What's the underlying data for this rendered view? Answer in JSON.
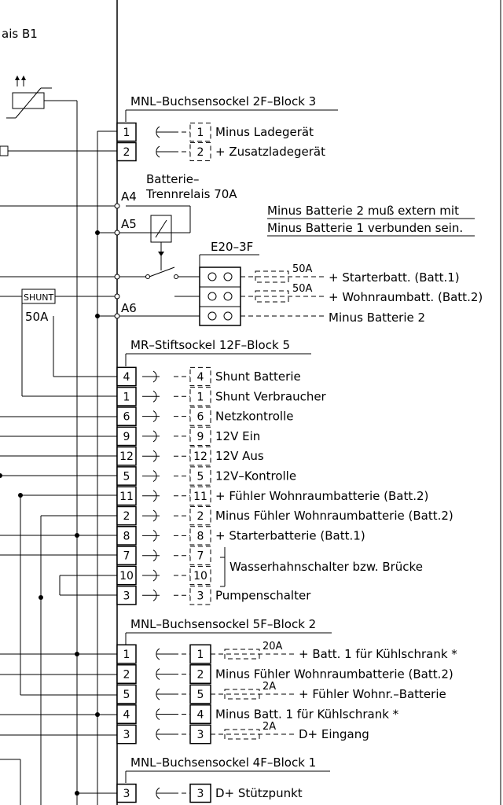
{
  "relay_title": "ais  B1",
  "shunt": {
    "label": "SHUNT",
    "rating": "50A"
  },
  "relay": {
    "line1": "Batterie–",
    "line2": "Trennrelais  70A"
  },
  "terminals": {
    "a4": "A4",
    "a5": "A5",
    "a6": "A6"
  },
  "note": {
    "line1": "Minus  Batterie  2  muß  extern  mit",
    "line2": "Minus  Batterie  1  verbunden  sein."
  },
  "e20": {
    "title": "E20–3F",
    "fuse1": "50A",
    "fuse2": "50A"
  },
  "e20_labels": [
    "+  Starterbatt.  (Batt.1)",
    "+  Wohnraumbatt.  (Batt.2)",
    "Minus  Batterie  2"
  ],
  "block3": {
    "title": "MNL–Buchsensockel  2F–Block  3",
    "rows": [
      {
        "pin": "1",
        "label": "Minus  Ladegerät"
      },
      {
        "pin": "2",
        "label": "+  Zusatzladegerät"
      }
    ]
  },
  "block5": {
    "title": "MR–Stiftsockel  12F–Block  5",
    "rows": [
      {
        "pin": "4",
        "label": "Shunt  Batterie"
      },
      {
        "pin": "1",
        "label": "Shunt  Verbraucher"
      },
      {
        "pin": "6",
        "label": "Netzkontrolle"
      },
      {
        "pin": "9",
        "label": "12V  Ein"
      },
      {
        "pin": "12",
        "label": "12V  Aus"
      },
      {
        "pin": "5",
        "label": "12V–Kontrolle"
      },
      {
        "pin": "11",
        "label": "+  Fühler  Wohnraumbatterie  (Batt.2)"
      },
      {
        "pin": "2",
        "label": "Minus  Fühler  Wohnraumbatterie  (Batt.2)"
      },
      {
        "pin": "8",
        "label": "+  Starterbatterie  (Batt.1)"
      },
      {
        "pin": "7",
        "label": ""
      },
      {
        "pin": "10",
        "label": ""
      },
      {
        "pin": "3",
        "label": "Pumpenschalter"
      }
    ],
    "bracket_label": "Wasserhahnschalter  bzw.  Brücke"
  },
  "block2": {
    "title": "MNL–Buchsensockel  5F–Block  2",
    "rows": [
      {
        "pin": "1",
        "label": "+  Batt.  1  für  Kühlschrank  *",
        "fuse": "20A"
      },
      {
        "pin": "2",
        "label": "Minus  Fühler  Wohnraumbatterie  (Batt.2)",
        "fuse": ""
      },
      {
        "pin": "5",
        "label": "+  Fühler  Wohnr.–Batterie",
        "fuse": "2A"
      },
      {
        "pin": "4",
        "label": "Minus  Batt.  1  für  Kühlschrank  *",
        "fuse": ""
      },
      {
        "pin": "3",
        "label": "D+  Eingang",
        "fuse": "2A"
      }
    ]
  },
  "block1": {
    "title": "MNL–Buchsensockel  4F–Block  1",
    "rows": [
      {
        "pin": "3",
        "label": "D+  Stützpunkt"
      }
    ]
  }
}
